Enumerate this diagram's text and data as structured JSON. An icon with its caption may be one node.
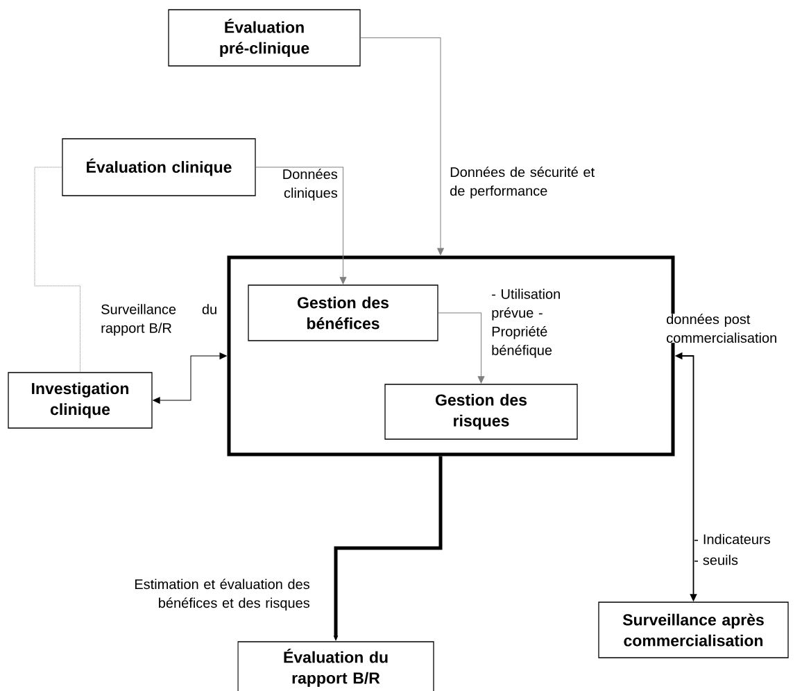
{
  "diagram": {
    "nodes": [
      {
        "text": [
          "Évaluation pré-clinique"
        ]
      },
      {
        "text": [
          "Évaluation clinique"
        ]
      },
      {
        "text": [
          "Investigation clinique"
        ]
      },
      {
        "text": [],
        "shape": "box"
      },
      {
        "text": [
          "Gestion des bénéfices"
        ],
        "in": 3
      },
      {
        "text": [
          "Gestion des risques"
        ],
        "in": 3
      },
      {
        "text": [
          "Surveillance après commercialisation"
        ]
      },
      {
        "text": [
          "Évaluation du rapport B/R"
        ]
      }
    ],
    "edges": [
      {
        "from": 0,
        "to": 3,
        "arrow": "to",
        "label": "Données de sécurité et de performance"
      },
      {
        "from": 1,
        "to": 4,
        "arrow": "to",
        "label": "Données cliniques"
      },
      {
        "from": 1,
        "to": 2,
        "arrow": "none",
        "style": "dashed"
      },
      {
        "from": 3,
        "to": 2,
        "arrow": "both",
        "label": "Surveillance du rapport B/R",
        "color": "#000000"
      },
      {
        "from": 4,
        "to": 5,
        "arrow": "to",
        "label": "- Utilisation prévue - Propriété bénéfique"
      },
      {
        "from": 3,
        "to": 7,
        "arrow": "to",
        "style": "thick",
        "label": "Estimation et évaluation des bénéfices et des risques",
        "color": "#000000"
      },
      {
        "from": 3,
        "to": 6,
        "arrow": "both",
        "label": "données post commercialisation",
        "color": "#000000"
      }
    ],
    "labels": [
      "- Indicateurs",
      "- seuils"
    ]
  }
}
